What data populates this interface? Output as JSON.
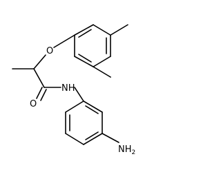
{
  "molecule": {
    "atoms": {
      "oxygen_ether": "O",
      "oxygen_carbonyl": "O",
      "amide_nh": "NH",
      "amine": "NH",
      "amine_subscript": "2"
    },
    "colors": {
      "bond": "#000000",
      "text": "#000000",
      "background": "#ffffff"
    }
  }
}
